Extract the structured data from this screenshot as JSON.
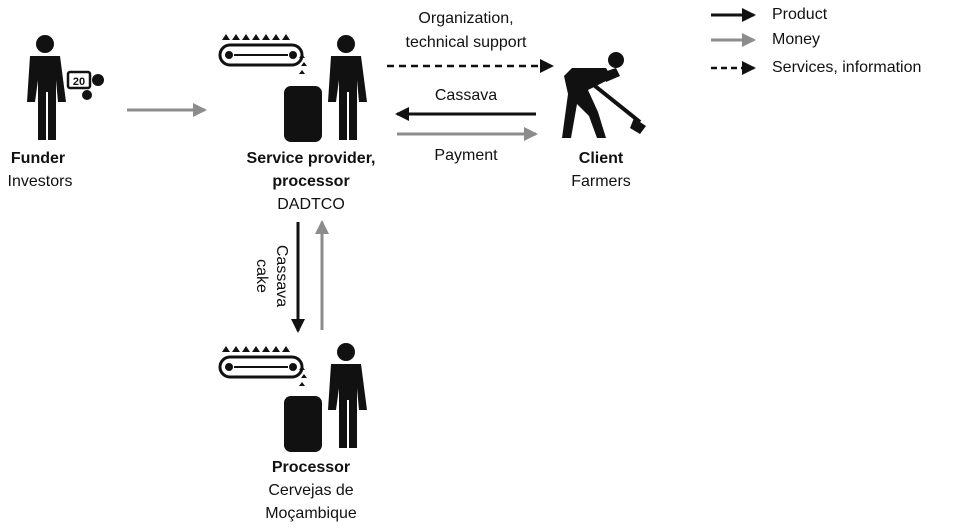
{
  "colors": {
    "product": "#111111",
    "money": "#8c8c8c",
    "services": "#111111",
    "figure": "#111111"
  },
  "legend": [
    {
      "key": "product",
      "label": "Product"
    },
    {
      "key": "money",
      "label": "Money"
    },
    {
      "key": "services",
      "label": "Services, information"
    }
  ],
  "actors": {
    "funder": {
      "role": "Funder",
      "name": "Investors",
      "icon": "person-with-money-icon",
      "money_note": "20"
    },
    "service_provider": {
      "role_line1": "Service provider,",
      "role_line2": "processor",
      "name": "DADTCO",
      "icon": "processor-machine-icon"
    },
    "client": {
      "role": "Client",
      "name": "Farmers",
      "icon": "farmer-with-hoe-icon"
    },
    "processor": {
      "role": "Processor",
      "name_line1": "Cervejas de",
      "name_line2": "Moçambique",
      "icon": "processor-machine-icon"
    }
  },
  "flows": {
    "services_label_line1": "Organization,",
    "services_label_line2": "technical support",
    "cassava_label": "Cassava",
    "payment_label": "Payment",
    "cake_label_line1": "Cassava",
    "cake_label_line2": "cake"
  }
}
